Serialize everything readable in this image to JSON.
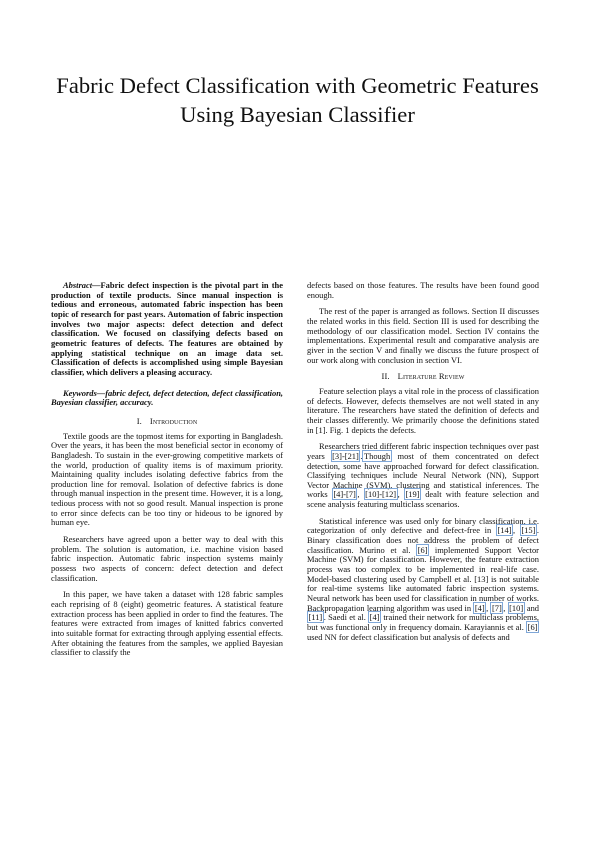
{
  "title": [
    "Fabric Defect Classification with Geometric Features",
    "Using Bayesian Classifier"
  ],
  "left_column": {
    "abstract_label": "Abstract—",
    "abstract_text": "Fabric defect inspection is the pivotal part in the production of textile products. Since manual inspection is tedious and erroneous, automated fabric inspection has been topic of research for past years. Automation of fabric inspection involves two major aspects: defect detection and defect classification. We focused on classifying defects based on geometric features of defects. The features are obtained by applying statistical technique on an image data set. Classification of defects is accomplished using simple Bayesian classifier, which delivers a pleasing accuracy.",
    "keywords_label": "Keywords—",
    "keywords_text": "fabric defect, defect detection, defect classification, Bayesian classifier, accuracy.",
    "section1_number": "I.",
    "section1_title": "Introduction",
    "para1": "Textile goods are the topmost items for exporting in Bangladesh. Over the years, it has been the most beneficial sector in economy of Bangladesh. To sustain in the ever-growing competitive markets of the world, production of quality items is of maximum priority. Maintaining quality includes isolating defective fabrics from the production line for removal. Isolation of defective fabrics is done through manual inspection in the present time. However, it is a long, tedious process with not so good result. Manual inspection is prone to error since defects can be too tiny or hideous to be ignored by human eye.",
    "para2": "Researchers have agreed upon a better way to deal with this problem. The solution is automation, i.e. machine vision based fabric inspection. Automatic fabric inspection systems mainly possess two aspects of concern: defect detection and defect classification.",
    "para3": "In this paper, we have taken a dataset with 128 fabric samples each reprising of 8 (eight) geometric features. A statistical feature extraction process has been applied in order to find the features. The features were extracted from images of knitted fabrics converted into suitable format for extracting through applying essential effects. After obtaining the features from the samples, we applied Bayesian classifier to classify the"
  },
  "right_column": {
    "para1": "defects based on those features. The results have been found good enough.",
    "para2": "The rest of the paper is arranged as follows. Section II discusses the related works in this field. Section III is used for describing the methodology of our classification model. Section IV contains the implementations. Experimental result and comparative analysis are giver in the section V and finally we discuss the future prospect of our work along with conclusion in section VI.",
    "section2_number": "II.",
    "section2_title": "Literature Review",
    "para3": "Feature selection plays a vital role in the process of classification of defects. However, defects themselves are not well stated in any literature. The researchers have stated the definition of defects and their classes differently. We primarily choose the definitions stated in [1]. Fig. 1 depicts the defects.",
    "para4_a": "Researchers tried different fabric inspection techniques over past years ",
    "para4_cite1": "[3]-[21]",
    "para4_b": ".",
    "para4_c": "Though",
    "para4_d": " most of them concentrated on defect detection, some have approached forward for defect classification. Classifying techniques include Neural Network (NN), Support Vector Machine (SVM), clustering and statistical inferences. The works ",
    "para4_cite2": "[4]-[7]",
    "para4_e": ", ",
    "para4_cite3": "[10]-[12]",
    "para4_f": ", ",
    "para4_cite4": "[19]",
    "para4_g": " dealt with feature selection and scene analysis featuring multiclass scenarios.",
    "para5_a": "Statistical inference was used only for binary classification, i.e. categorization of only defective and defect-free in ",
    "para5_cite1": "[14]",
    "para5_b": ", ",
    "para5_cite2": "[15]",
    "para5_c": ". Binary classification does not address the problem of defect classification. Murino et al. ",
    "para5_cite3": "[6]",
    "para5_d": " implemented Support Vector Machine (SVM) for classification. However, the feature extraction process was too complex to be implemented in real-life case. Model-based clustering used by Campbell et al. [13] is not suitable for real-time systems like automated fabric inspection systems. Neural network has been used for classification in number of works. Backpropagation learning algorithm was used in ",
    "para5_cite4": "[4]",
    "para5_e": ", ",
    "para5_cite5": "[7]",
    "para5_f": ", ",
    "para5_cite6": "[10]",
    "para5_g": " and ",
    "para5_cite7": "[11]",
    "para5_h": ". Saedi et al. ",
    "para5_cite8": "[4]",
    "para5_i": " trained their network for multiclass problems, but was functional only in frequency domain. Karayiannis et al. ",
    "para5_cite9": "[6]",
    "para5_j": " used NN for defect classification but analysis of defects and"
  }
}
